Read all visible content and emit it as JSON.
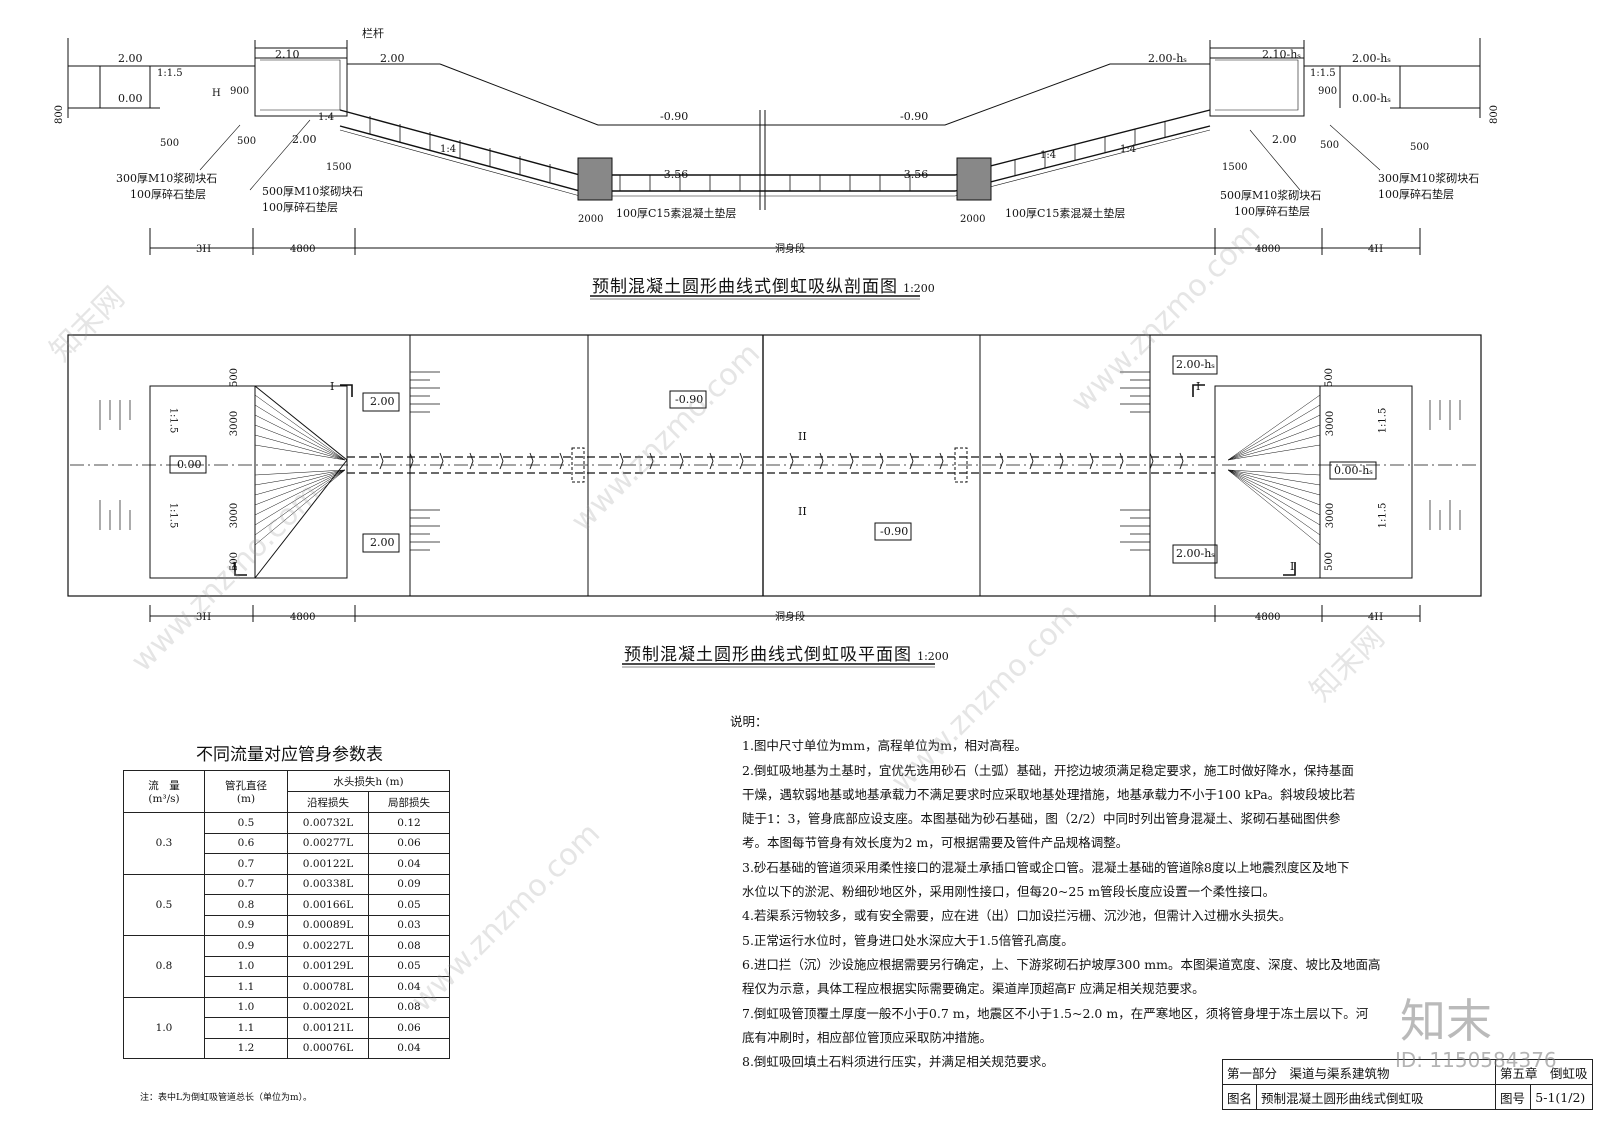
{
  "profile": {
    "title": "预制混凝土圆形曲线式倒虹吸纵剖面图",
    "scale": "1:200",
    "labels": {
      "railing": "栏杆",
      "elev_left_top": "2.00",
      "elev_left_water": "0.00",
      "elev_left_bank": "2.10",
      "elev_left_pipe": "2.00",
      "elev_left_bottom": "2.00",
      "elev_mid_left": "-0.90",
      "elev_mid_right": "-0.90",
      "elev_pipe_left": "-3.56",
      "elev_pipe_right": "-3.56",
      "elev_right_top": "2.00-hₛ",
      "elev_right_bank": "2.10-hₛ",
      "elev_right_top2": "2.00-hₛ",
      "elev_right_water": "0.00-hₛ",
      "elev_right_bottom": "2.00",
      "slope_left": "1:1.5",
      "slope_right": "1:1.5",
      "slope_pipe_l": "1:4",
      "slope_pipe_l2": "1:4",
      "slope_pipe_r": "1:4",
      "slope_pipe_r2": "1:4",
      "h_label": "H",
      "d900_l": "900",
      "d900_r": "900",
      "d500_l": "500",
      "d500_l2": "500",
      "d500_r": "500",
      "d500_r2": "500",
      "d1500_l": "1500",
      "d1500_r": "1500",
      "d2000_l": "2000",
      "d2000_r": "2000",
      "d800_l": "800",
      "d800_r": "800",
      "note_l1": "300厚M10浆砌块石",
      "note_l2": "100厚碎石垫层",
      "note_l3": "500厚M10浆砌块石",
      "note_l4": "100厚碎石垫层",
      "note_c1": "100厚C15素混凝土垫层",
      "note_c2": "100厚C15素混凝土垫层",
      "note_r1": "500厚M10浆砌块石",
      "note_r2": "100厚碎石垫层",
      "note_r3": "300厚M10浆砌块石",
      "note_r4": "100厚碎石垫层",
      "dim_3h": "3H",
      "dim_4800_l": "4800",
      "dim_body": "洞身段",
      "dim_4800_r": "4800",
      "dim_4h": "4H"
    }
  },
  "plan": {
    "title": "预制混凝土圆形曲线式倒虹吸平面图",
    "scale": "1:200",
    "labels": {
      "elev_tl": "2.00",
      "elev_bl": "2.00",
      "elev_cl": "0.00",
      "elev_mid_top": "-0.90",
      "elev_mid_bot": "-0.90",
      "elev_tr": "2.00-hₛ",
      "elev_br": "2.00-hₛ",
      "elev_cr": "0.00-hₛ",
      "sec_i": "I",
      "sec_ii": "II",
      "slope": "1:1.5",
      "d3000": "3000",
      "d500": "500",
      "dim_3h": "3H",
      "dim_4800_l": "4800",
      "dim_body": "洞身段",
      "dim_4800_r": "4800",
      "dim_4h": "4H"
    }
  },
  "param_table": {
    "title": "不同流量对应管身参数表",
    "headers": {
      "flow": "流　量",
      "flow_unit": "(m³/s)",
      "dia": "管孔直径",
      "dia_unit": "(m)",
      "head": "水头损失h (m)",
      "along": "沿程损失",
      "local": "局部损失"
    },
    "groups": [
      {
        "flow": "0.3",
        "rows": [
          [
            "0.5",
            "0.00732L",
            "0.12"
          ],
          [
            "0.6",
            "0.00277L",
            "0.06"
          ],
          [
            "0.7",
            "0.00122L",
            "0.04"
          ]
        ]
      },
      {
        "flow": "0.5",
        "rows": [
          [
            "0.7",
            "0.00338L",
            "0.09"
          ],
          [
            "0.8",
            "0.00166L",
            "0.05"
          ],
          [
            "0.9",
            "0.00089L",
            "0.03"
          ]
        ]
      },
      {
        "flow": "0.8",
        "rows": [
          [
            "0.9",
            "0.00227L",
            "0.08"
          ],
          [
            "1.0",
            "0.00129L",
            "0.05"
          ],
          [
            "1.1",
            "0.00078L",
            "0.04"
          ]
        ]
      },
      {
        "flow": "1.0",
        "rows": [
          [
            "1.0",
            "0.00202L",
            "0.08"
          ],
          [
            "1.1",
            "0.00121L",
            "0.06"
          ],
          [
            "1.2",
            "0.00076L",
            "0.04"
          ]
        ]
      }
    ],
    "footnote": "注：表中L为倒虹吸管道总长（单位为m）。"
  },
  "notes": {
    "heading": "说明：",
    "lines": [
      "1.图中尺寸单位为mm，高程单位为m，相对高程。",
      "2.倒虹吸地基为土基时，宜优先选用砂石（土弧）基础，开挖边坡须满足稳定要求，施工时做好降水，保持基面",
      "   干燥，遇软弱地基或地基承载力不满足要求时应采取地基处理措施，地基承载力不小于100 kPa。斜坡段坡比若",
      "   陡于1：3，管身底部应设支座。本图基础为砂石基础，图（2/2）中同时列出管身混凝土、浆砌石基础图供参",
      "   考。本图每节管身有效长度为2 m，可根据需要及管件产品规格调整。",
      "3.砂石基础的管道须采用柔性接口的混凝土承插口管或企口管。混凝土基础的管道除8度以上地震烈度区及地下",
      "   水位以下的淤泥、粉细砂地区外，采用刚性接口，但每20~25 m管段长度应设置一个柔性接口。",
      "4.若渠系污物较多，或有安全需要，应在进（出）口加设拦污栅、沉沙池，但需计入过栅水头损失。",
      "5.正常运行水位时，管身进口处水深应大于1.5倍管孔高度。",
      "6.进口拦（沉）沙设施应根据需要另行确定，上、下游浆砌石护坡厚300 mm。本图渠道宽度、深度、坡比及地面高",
      "   程仅为示意，具体工程应根据实际需要确定。渠道岸顶超高F 应满足相关规范要求。",
      "7.倒虹吸管顶覆土厚度一般不小于0.7 m，地震区不小于1.5~2.0 m，在严寒地区，须将管身埋于冻土层以下。河",
      "   底有冲刷时，相应部位管顶应采取防冲措施。",
      "8.倒虹吸回填土石料须进行压实，并满足相关规范要求。"
    ]
  },
  "title_block": {
    "part": "第一部分　渠道与渠系建筑物",
    "chapter": "第五章　倒虹吸",
    "name_label": "图名",
    "name": "预制混凝土圆形曲线式倒虹吸",
    "no_label": "图号",
    "no": "5-1(1/2)"
  },
  "watermark": {
    "brand": "知末",
    "id": "ID: 1150584376",
    "site": "www.znzmo.com",
    "site_cn": "知末网"
  }
}
